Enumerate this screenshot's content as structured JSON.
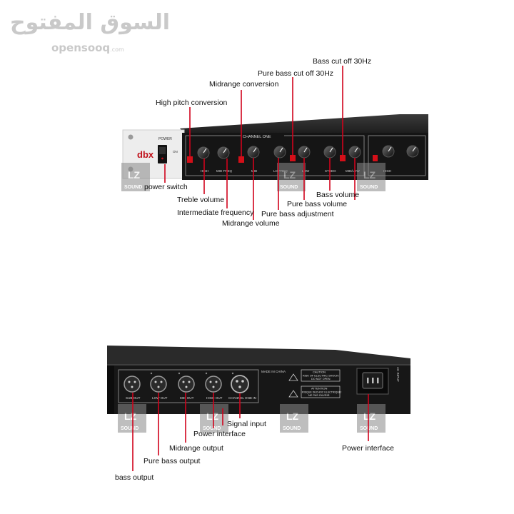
{
  "watermark": {
    "arabic": "السوق المفتوح",
    "latin": "opensooq",
    "tld": ".com"
  },
  "front_panel": {
    "brand": "dbx",
    "power_label": "POWER",
    "on_label": "ON",
    "channel_label": "CHANNEL ONE",
    "section_labels": [
      "HIGH",
      "MID FREQ",
      "MID",
      "LO FREQ",
      "LOW",
      "STREO",
      "MID/LOW",
      "HIGH"
    ]
  },
  "rear_panel": {
    "jack_labels": [
      "SUB OUT",
      "LOW OUT",
      "MID OUT",
      "HIGH OUT",
      "CHANNEL ONE IN"
    ],
    "made_in": "MADE IN CHINA",
    "caution_title": "CAUTION",
    "caution_text1": "RISK OF ELECTRIC SHOCK!",
    "caution_text2": "DO NOT OPEN",
    "attention_title": "ATTENTION",
    "attention_text1": "RISQUE DECHOC ELECTRIQUE!",
    "attention_text2": "NE PAS OUVRIR",
    "power_rating": "AC INPUT"
  },
  "seller_watermark": {
    "top": "LZ",
    "bottom": "SOUND"
  },
  "labels_top": {
    "bass_cutoff": "Bass cut off 30Hz",
    "pure_bass_cutoff": "Pure bass cut off 30Hz",
    "midrange_conversion": "Midrange conversion",
    "high_pitch": "High pitch conversion",
    "power_switch": "power switch",
    "treble_volume": "Treble volume",
    "intermediate_frequency": "Intermediate frequency",
    "midrange_volume": "Midrange volume",
    "bass_volume": "Bass volume",
    "pure_bass_volume": "Pure bass volume",
    "pure_bass_adjustment": "Pure bass adjustment"
  },
  "labels_bottom": {
    "signal_input": "Signal input",
    "power_interface_left": "Power interface",
    "midrange_output": "Midrange output",
    "pure_bass_output": "Pure bass output",
    "bass_output": "bass output",
    "power_interface_right": "Power interface"
  },
  "colors": {
    "accent_line": "#d0021b",
    "panel": "#1a1a1a",
    "chassis": "#2b2b2b"
  }
}
